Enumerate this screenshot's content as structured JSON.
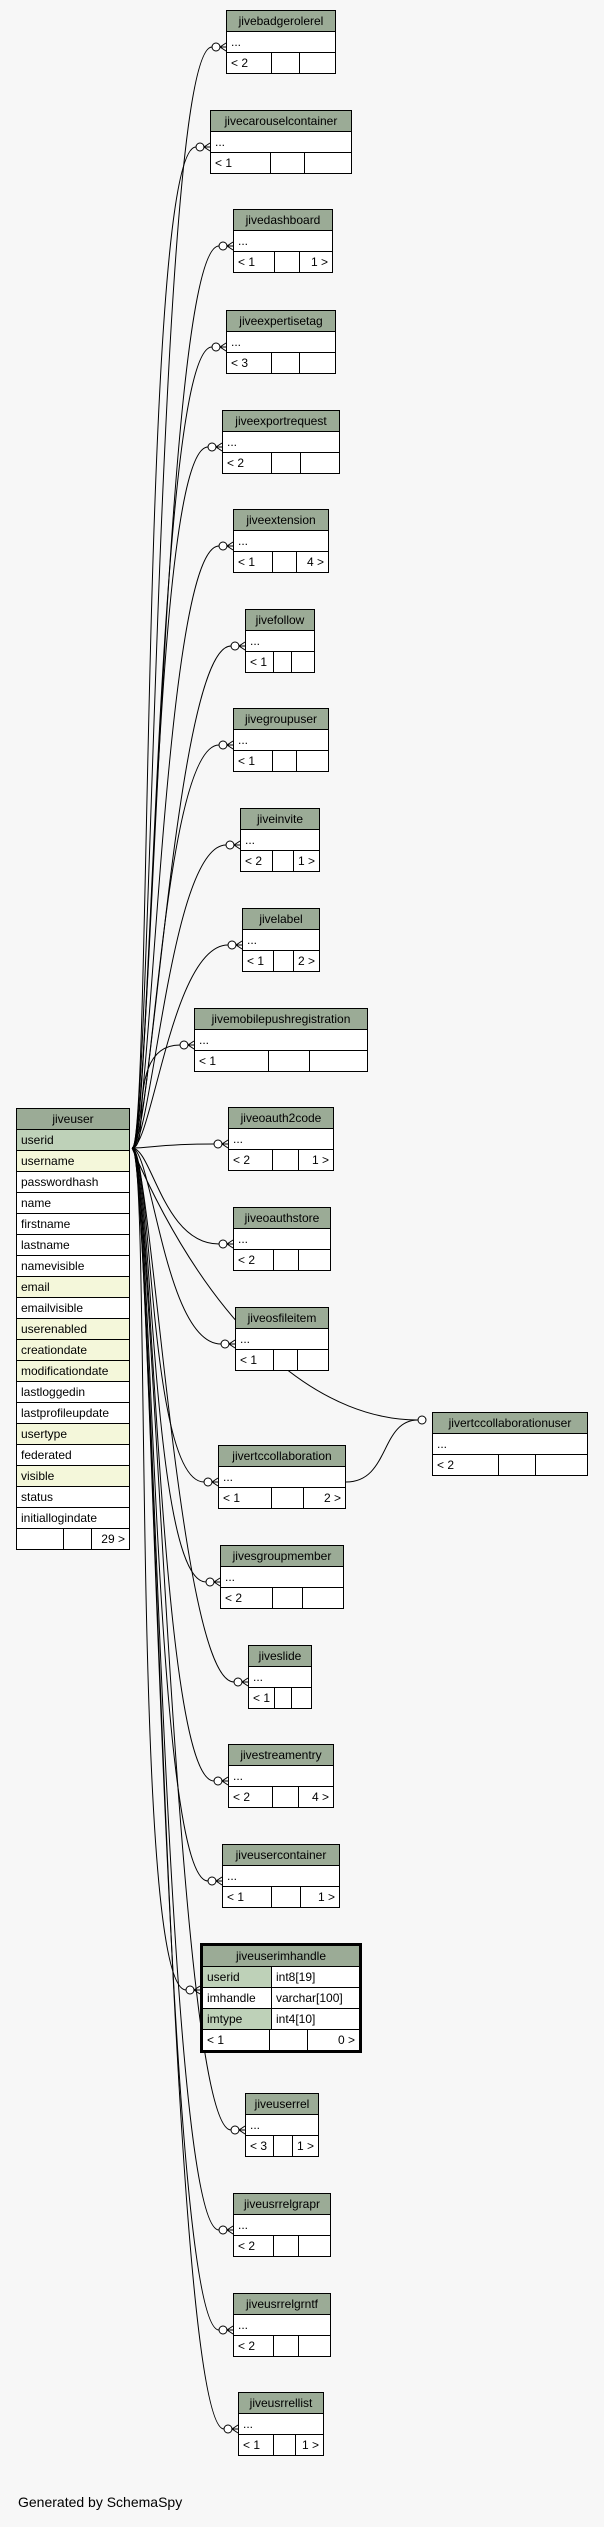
{
  "footer": "Generated by SchemaSpy",
  "main_table": {
    "name": "jiveuser",
    "columns": [
      "userid",
      "username",
      "passwordhash",
      "name",
      "firstname",
      "lastname",
      "namevisible",
      "email",
      "emailvisible",
      "userenabled",
      "creationdate",
      "modificationdate",
      "lastloggedin",
      "lastprofileupdate",
      "usertype",
      "federated",
      "visible",
      "status",
      "initiallogindate"
    ],
    "footer": [
      "",
      "",
      "29 >"
    ]
  },
  "tables": [
    {
      "name": "jivebadgerolerel",
      "col": "...",
      "foot": [
        "< 2",
        "",
        ""
      ]
    },
    {
      "name": "jivecarouselcontainer",
      "col": "...",
      "foot": [
        "< 1",
        "",
        ""
      ]
    },
    {
      "name": "jivedashboard",
      "col": "...",
      "foot": [
        "< 1",
        "",
        "1 >"
      ]
    },
    {
      "name": "jiveexpertisetag",
      "col": "...",
      "foot": [
        "< 3",
        "",
        ""
      ]
    },
    {
      "name": "jiveexportrequest",
      "col": "...",
      "foot": [
        "< 2",
        "",
        ""
      ]
    },
    {
      "name": "jiveextension",
      "col": "...",
      "foot": [
        "< 1",
        "",
        "4 >"
      ]
    },
    {
      "name": "jivefollow",
      "col": "...",
      "foot": [
        "< 1",
        "",
        ""
      ]
    },
    {
      "name": "jivegroupuser",
      "col": "...",
      "foot": [
        "< 1",
        "",
        ""
      ]
    },
    {
      "name": "jiveinvite",
      "col": "...",
      "foot": [
        "< 2",
        "",
        "1 >"
      ]
    },
    {
      "name": "jivelabel",
      "col": "...",
      "foot": [
        "< 1",
        "",
        "2 >"
      ]
    },
    {
      "name": "jivemobilepushregistration",
      "col": "...",
      "foot": [
        "< 1",
        "",
        ""
      ]
    },
    {
      "name": "jiveoauth2code",
      "col": "...",
      "foot": [
        "< 2",
        "",
        "1 >"
      ]
    },
    {
      "name": "jiveoauthstore",
      "col": "...",
      "foot": [
        "< 2",
        "",
        ""
      ]
    },
    {
      "name": "jiveosfileitem",
      "col": "...",
      "foot": [
        "< 1",
        "",
        ""
      ]
    },
    {
      "name": "jivertccollaboration",
      "col": "...",
      "foot": [
        "< 1",
        "",
        "2 >"
      ]
    },
    {
      "name": "jivertccollaborationuser",
      "col": "...",
      "foot": [
        "< 2",
        "",
        ""
      ]
    },
    {
      "name": "jivesgroupmember",
      "col": "...",
      "foot": [
        "< 2",
        "",
        ""
      ]
    },
    {
      "name": "jiveslide",
      "col": "...",
      "foot": [
        "< 1",
        "",
        ""
      ]
    },
    {
      "name": "jivestreamentry",
      "col": "...",
      "foot": [
        "< 2",
        "",
        "4 >"
      ]
    },
    {
      "name": "jiveusercontainer",
      "col": "...",
      "foot": [
        "< 1",
        "",
        "1 >"
      ]
    },
    {
      "name": "jiveuserrel",
      "col": "...",
      "foot": [
        "< 3",
        "",
        "1 >"
      ]
    },
    {
      "name": "jiveusrrelgrapr",
      "col": "...",
      "foot": [
        "< 2",
        "",
        ""
      ]
    },
    {
      "name": "jiveusrrelgrntf",
      "col": "...",
      "foot": [
        "< 2",
        "",
        ""
      ]
    },
    {
      "name": "jiveusrrellist",
      "col": "...",
      "foot": [
        "< 1",
        "",
        "1 >"
      ]
    }
  ],
  "imhandle_table": {
    "name": "jiveuserimhandle",
    "rows": [
      [
        "userid",
        "int8[19]"
      ],
      [
        "imhandle",
        "varchar[100]"
      ],
      [
        "imtype",
        "int4[10]"
      ]
    ],
    "foot": [
      "< 1",
      "",
      "0 >"
    ]
  }
}
